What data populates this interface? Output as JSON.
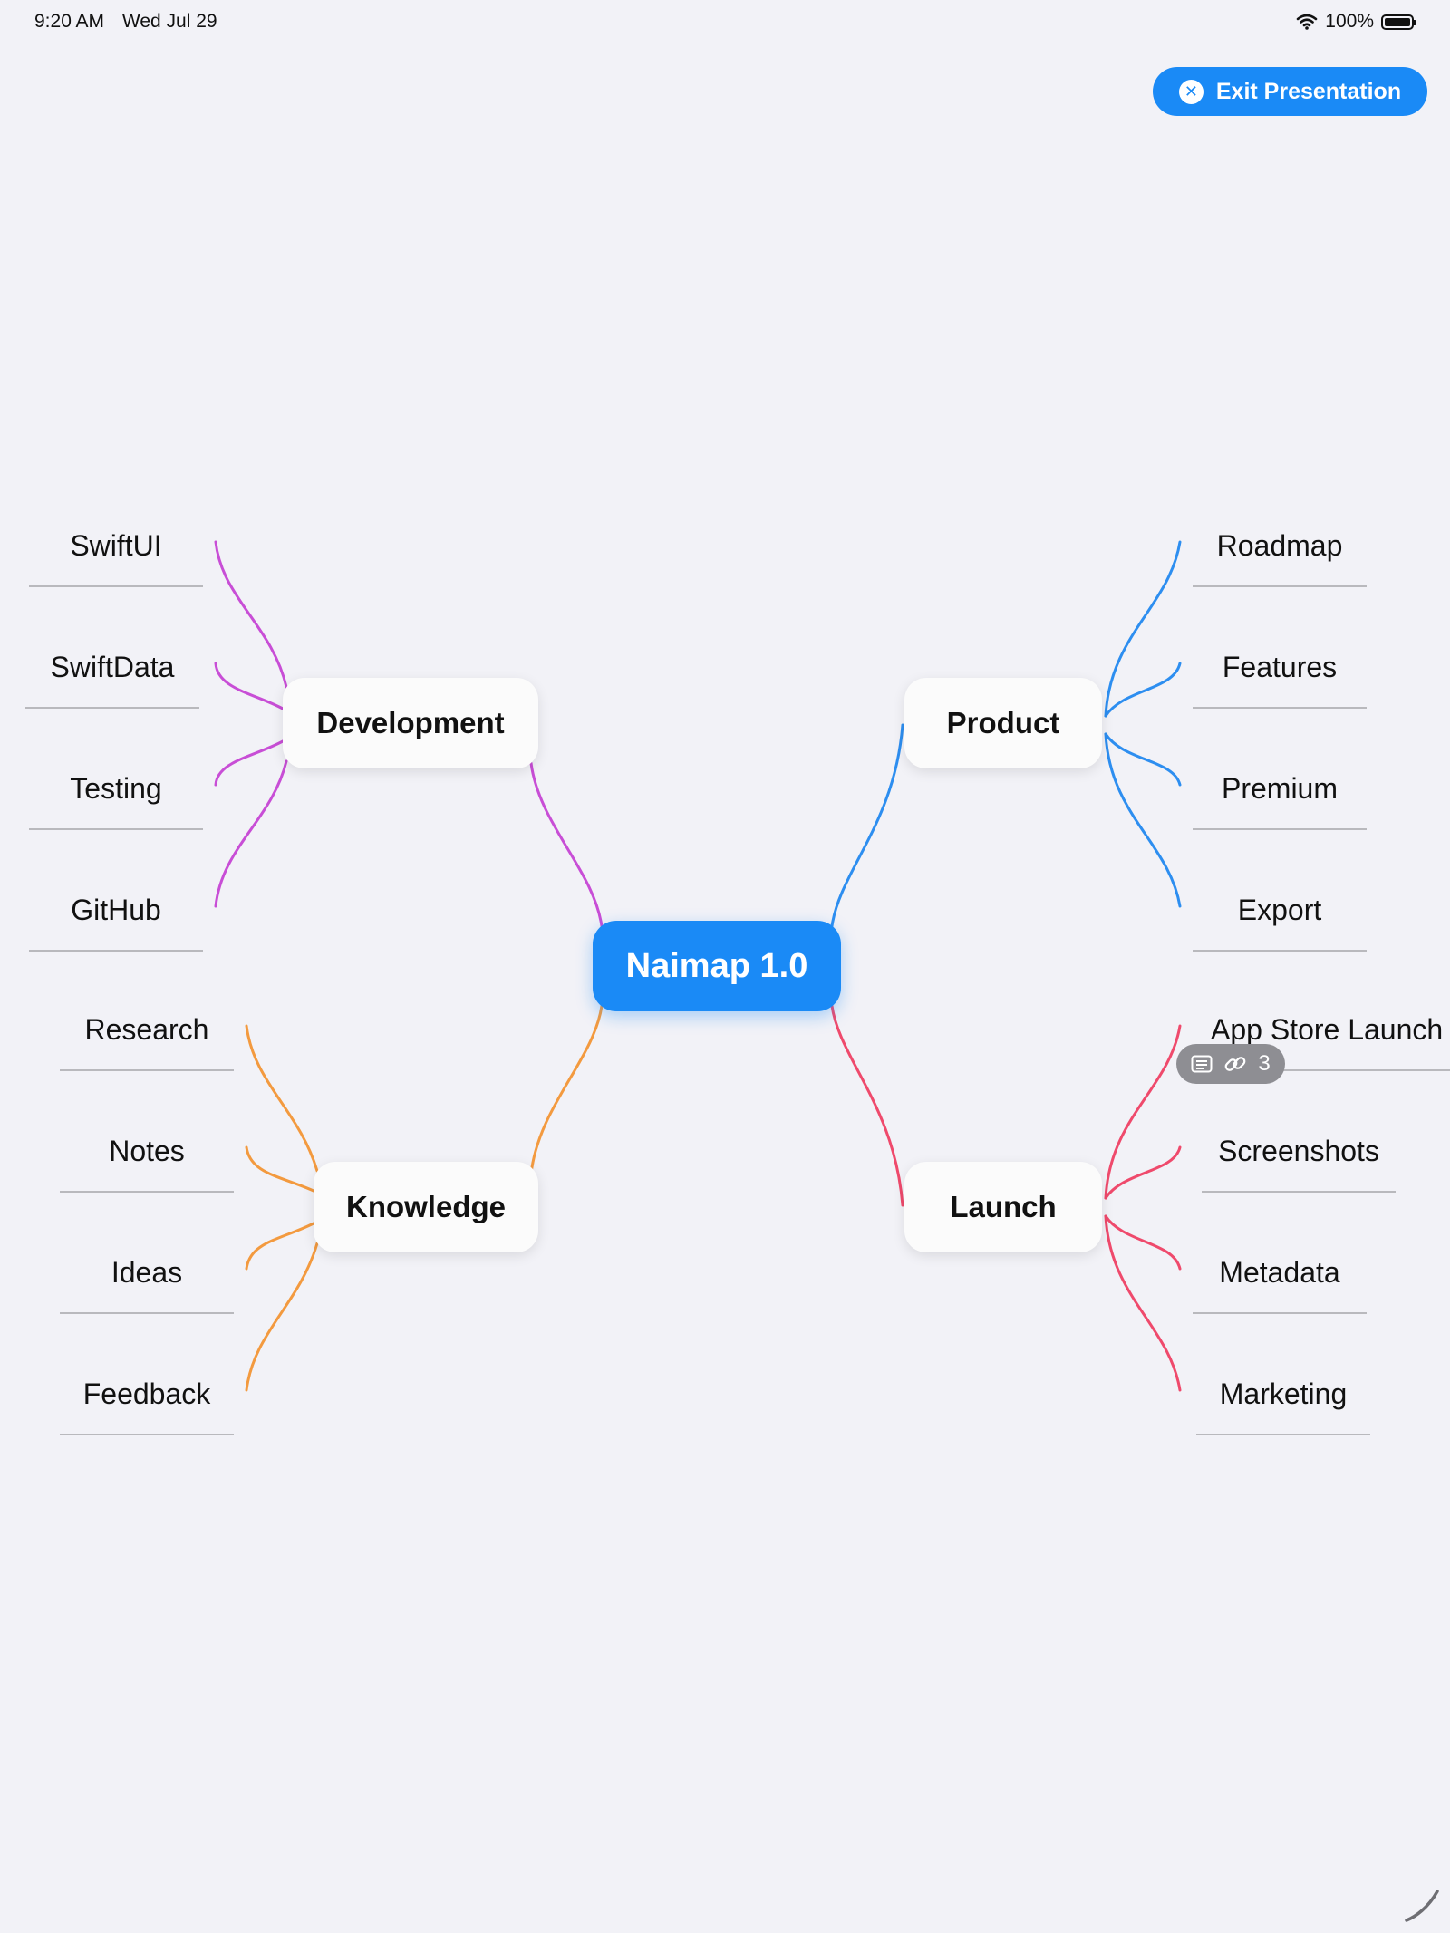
{
  "status_bar": {
    "time": "9:20 AM",
    "date": "Wed Jul 29",
    "battery": "100%"
  },
  "toolbar": {
    "exit_label": "Exit Presentation"
  },
  "mindmap": {
    "root": "Naimap 1.0",
    "branches": {
      "development": {
        "label": "Development",
        "color": "#c84ed6",
        "leaves": [
          "SwiftUI",
          "SwiftData",
          "Testing",
          "GitHub"
        ]
      },
      "product": {
        "label": "Product",
        "color": "#2d8ef0",
        "leaves": [
          "Roadmap",
          "Features",
          "Premium",
          "Export"
        ]
      },
      "knowledge": {
        "label": "Knowledge",
        "color": "#f39a3f",
        "leaves": [
          "Research",
          "Notes",
          "Ideas",
          "Feedback"
        ]
      },
      "launch": {
        "label": "Launch",
        "color": "#ef4a6c",
        "leaves": [
          "App Store Launch",
          "Screenshots",
          "Metadata",
          "Marketing"
        ]
      }
    },
    "badge": {
      "link_count": "3",
      "icons": [
        "note-icon",
        "link-icon"
      ]
    }
  }
}
